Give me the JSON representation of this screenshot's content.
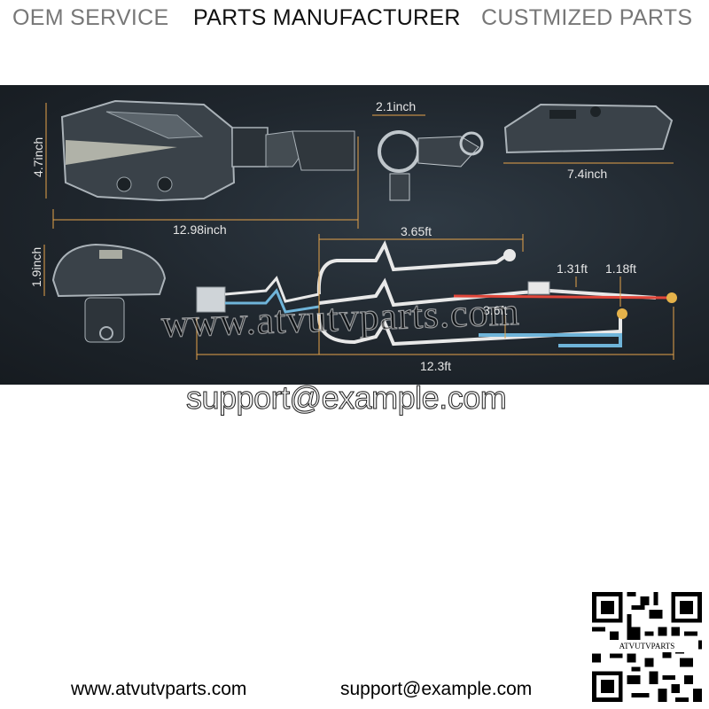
{
  "header": {
    "oem": "OEM SERVICE",
    "manufacturer": "PARTS MANUFACTURER",
    "customized": "CUSTMIZED PARTS",
    "colors": {
      "oem": "#777777",
      "manufacturer": "#111111",
      "customized": "#777777"
    }
  },
  "diagram": {
    "dimensions": {
      "height_main": "4.7inch",
      "length_main": "12.98inch",
      "clamp": "2.1inch",
      "width_side": "7.4inch",
      "height_small": "1.9inch",
      "cable_upper": "3.65ft",
      "cable_a": "1.31ft",
      "cable_b": "1.18ft",
      "cable_c": "3.6ft",
      "cable_total": "12.3ft"
    },
    "watermark": "www.atvutvparts.com"
  },
  "support_overlay": "support@example.com",
  "footer": {
    "url": "www.atvutvparts.com",
    "email": "support@example.com",
    "qr_label": "ATVUTVPARTS"
  }
}
